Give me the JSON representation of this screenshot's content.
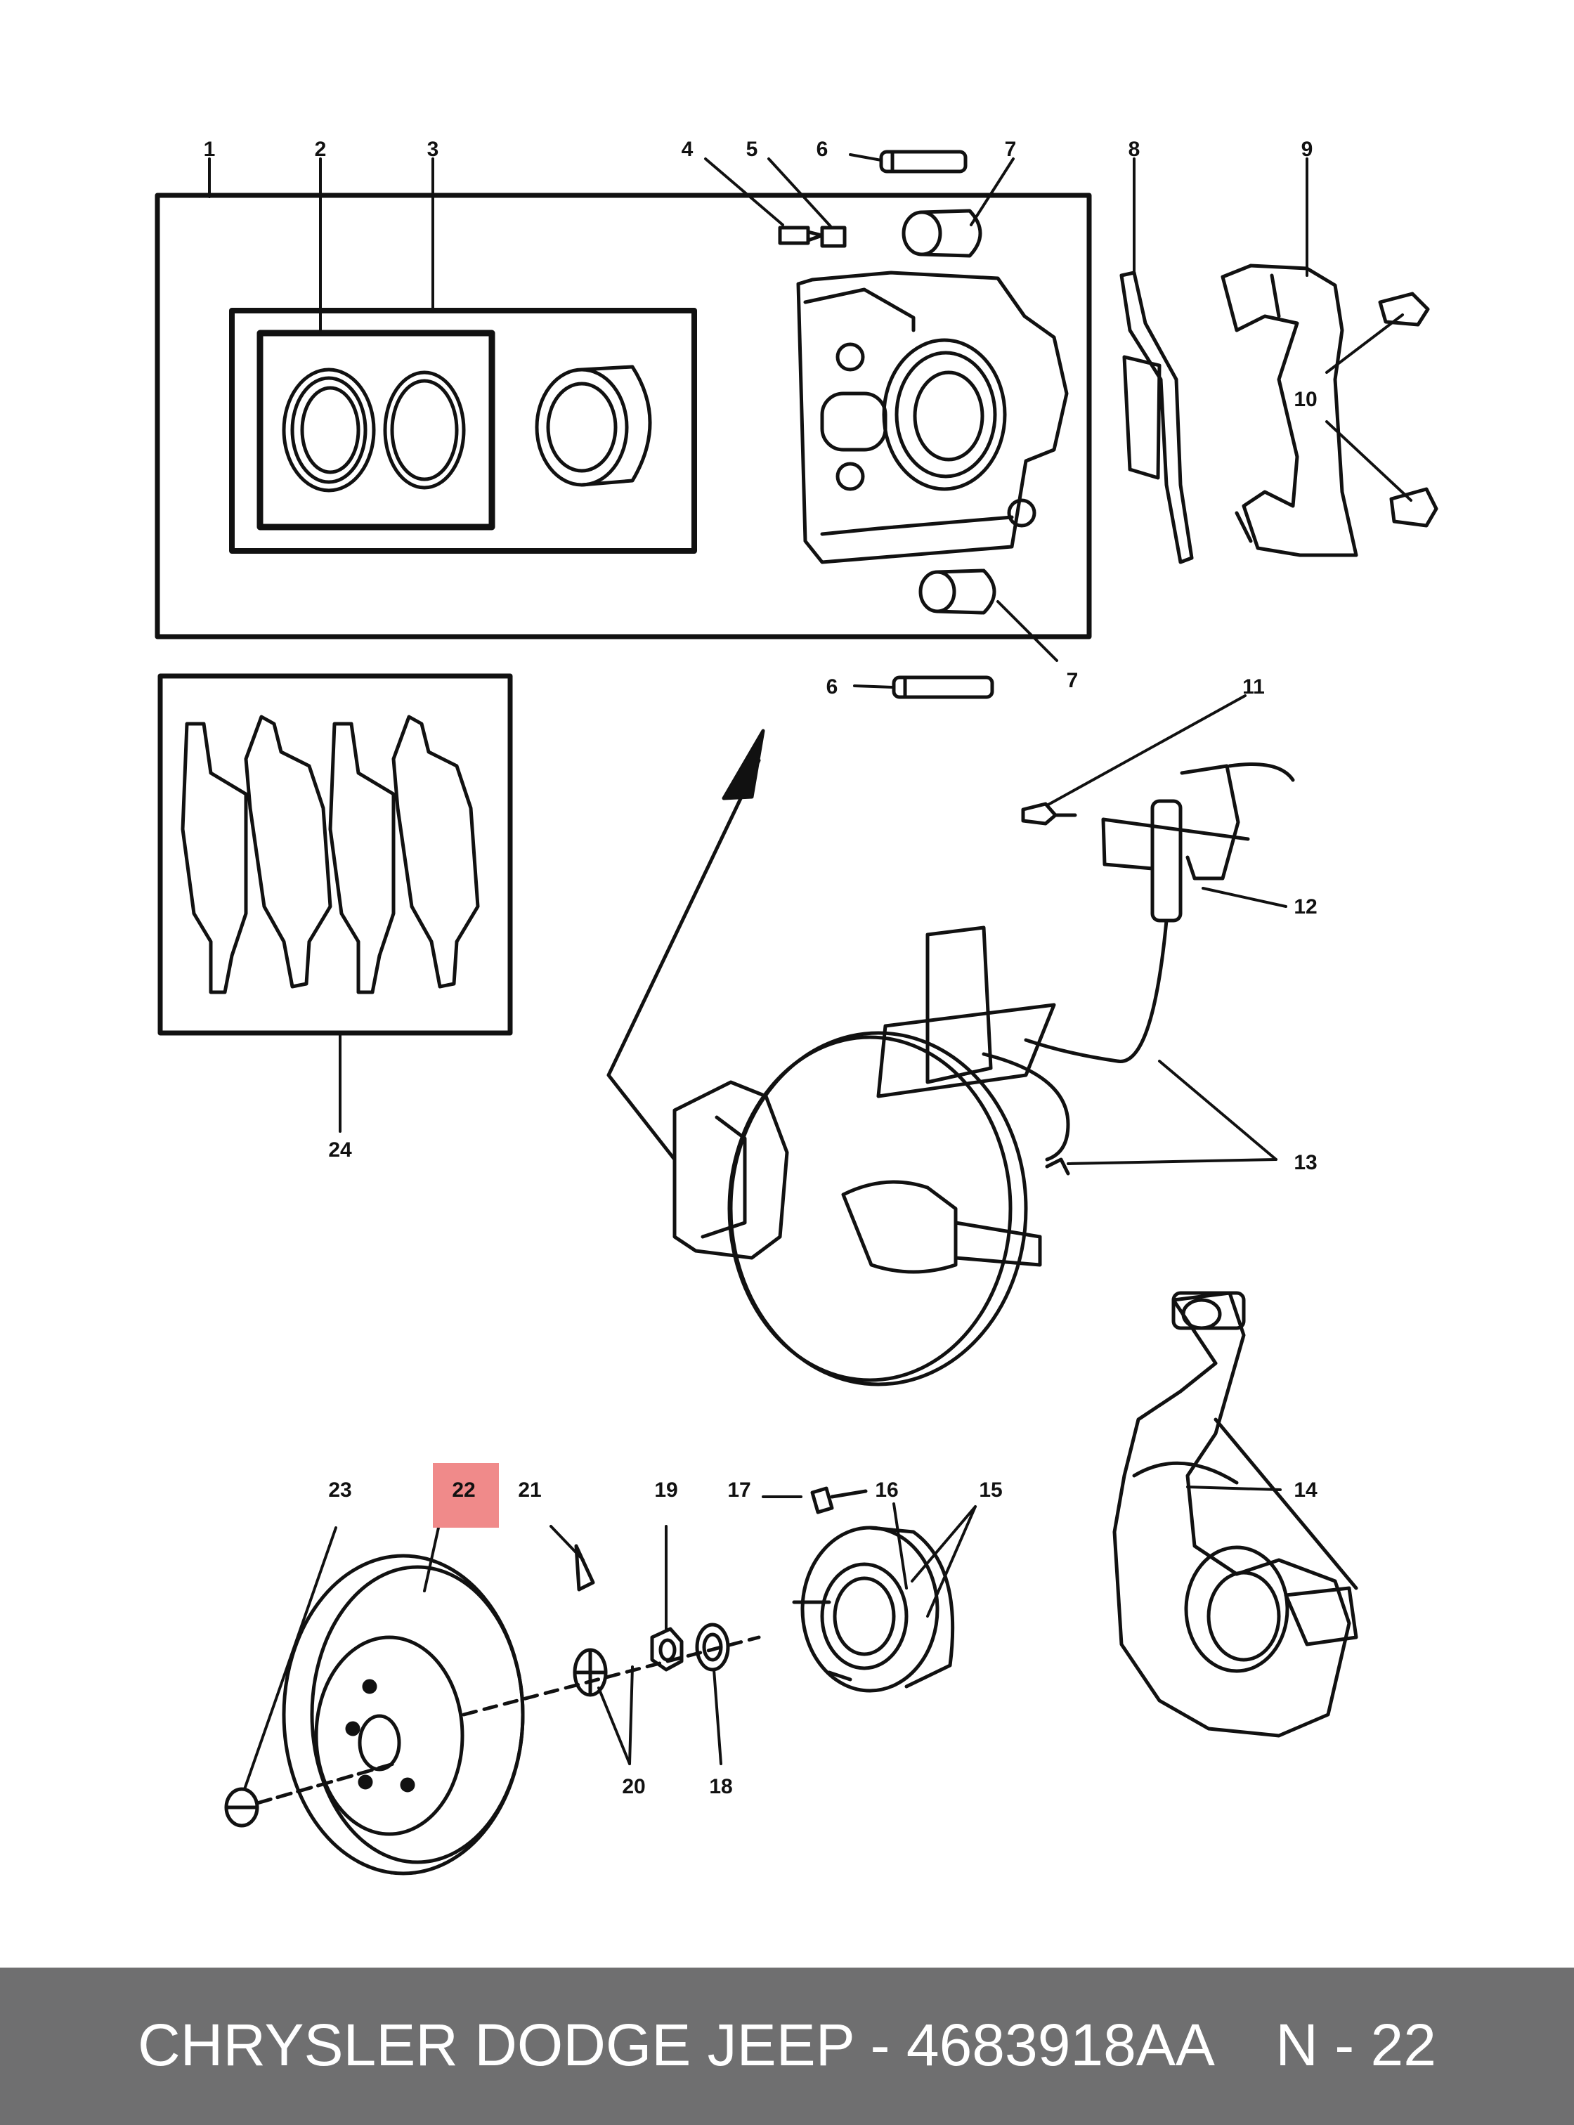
{
  "diagram": {
    "callouts": {
      "c1": "1",
      "c2": "2",
      "c3": "3",
      "c4": "4",
      "c5": "5",
      "c6a": "6",
      "c7a": "7",
      "c8": "8",
      "c9": "9",
      "c10": "10",
      "c6b": "6",
      "c7b": "7",
      "c11": "11",
      "c12": "12",
      "c13": "13",
      "c24": "24",
      "c14": "14",
      "c15": "15",
      "c16": "16",
      "c17": "17",
      "c19": "19",
      "c21": "21",
      "c22": "22",
      "c23": "23",
      "c20": "20",
      "c18": "18"
    },
    "highlighted_callout": "22",
    "highlight_color": "#f08a8a"
  },
  "footer": {
    "brand_and_part": "CHRYSLER DODGE JEEP - 4683918AA",
    "diagram_ref": "N - 22",
    "background": "#6f6f70"
  }
}
